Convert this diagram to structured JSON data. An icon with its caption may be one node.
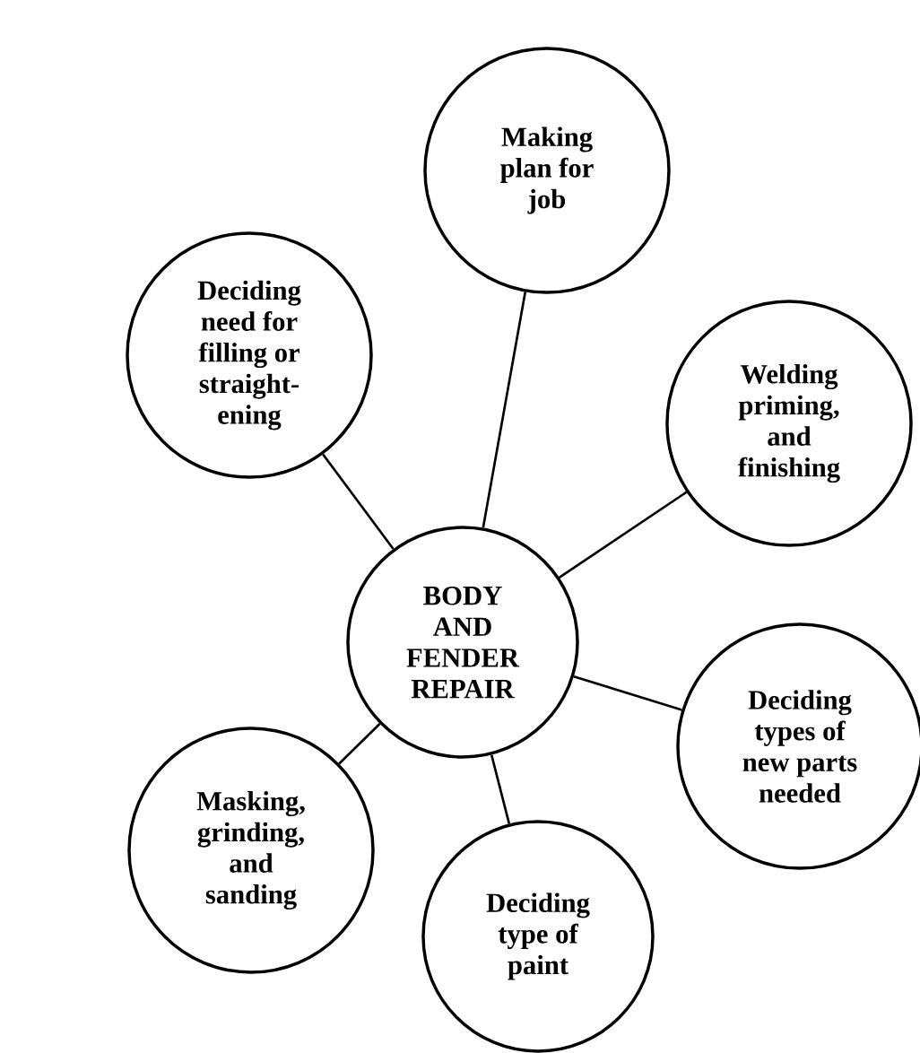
{
  "diagram": {
    "nodes": [
      {
        "text": [
          "BODY AND FENDER REPAIR"
        ]
      },
      {
        "text": [
          "Making plan for job"
        ]
      },
      {
        "text": [
          "Welding priming, and finishing"
        ]
      },
      {
        "text": [
          "Deciding types of new parts needed"
        ]
      },
      {
        "text": [
          "Deciding type of paint"
        ]
      },
      {
        "text": [
          "Masking, grinding, and sanding"
        ]
      },
      {
        "text": [
          "Deciding need for filling or straight-ening"
        ]
      }
    ],
    "edges": [
      {
        "from": 0,
        "to": 1,
        "arrow": "none"
      },
      {
        "from": 0,
        "to": 2,
        "arrow": "none"
      },
      {
        "from": 0,
        "to": 3,
        "arrow": "none"
      },
      {
        "from": 0,
        "to": 4,
        "arrow": "none"
      },
      {
        "from": 0,
        "to": 5,
        "arrow": "none"
      },
      {
        "from": 0,
        "to": 6,
        "arrow": "none"
      }
    ]
  }
}
